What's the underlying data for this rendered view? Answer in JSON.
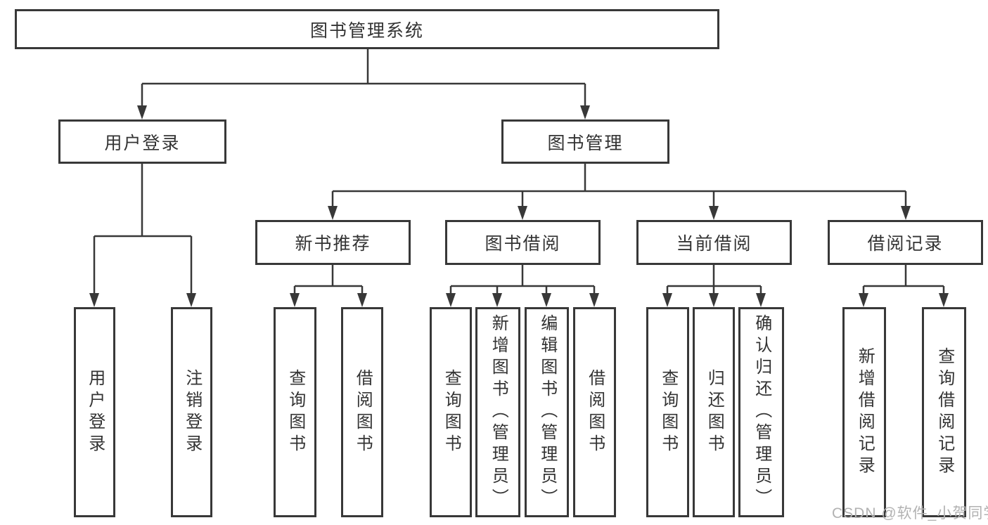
{
  "diagram": {
    "root": "图书管理系统",
    "children": [
      {
        "label": "用户登录",
        "children": [
          "用户登录",
          "注销登录"
        ]
      },
      {
        "label": "图书管理",
        "children": [
          {
            "label": "新书推荐",
            "children": [
              "查询图书",
              "借阅图书"
            ]
          },
          {
            "label": "图书借阅",
            "children": [
              "查询图书",
              "新增图书（管理员）",
              "编辑图书（管理员）",
              "借阅图书"
            ]
          },
          {
            "label": "当前借阅",
            "children": [
              "查询图书",
              "归还图书",
              "确认归还（管理员）"
            ]
          },
          {
            "label": "借阅记录",
            "children": [
              "新增借阅记录",
              "查询借阅记录"
            ]
          }
        ]
      }
    ]
  },
  "watermark": {
    "text": "CSDN @软件_小贺同学",
    "color": "#b2b2b2"
  },
  "colors": {
    "line": "#383838",
    "border": "#383838",
    "text": "#333333",
    "background": "#ffffff"
  }
}
